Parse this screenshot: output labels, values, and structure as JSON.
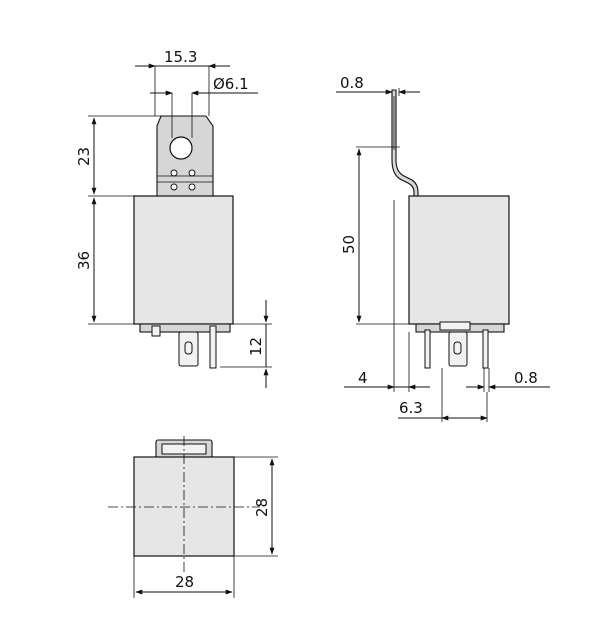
{
  "drawing": {
    "dimensions": {
      "bracket_width": "15.3",
      "hole_diameter": "Ø6.1",
      "bracket_height": "23",
      "body_height_front": "36",
      "pin_length": "12",
      "tab_thickness": "0.8",
      "body_height_side": "50",
      "pin_offset": "4",
      "pin_thickness": "0.8",
      "pin_spacing": "6.3",
      "bottom_height": "28",
      "bottom_width": "28"
    }
  }
}
